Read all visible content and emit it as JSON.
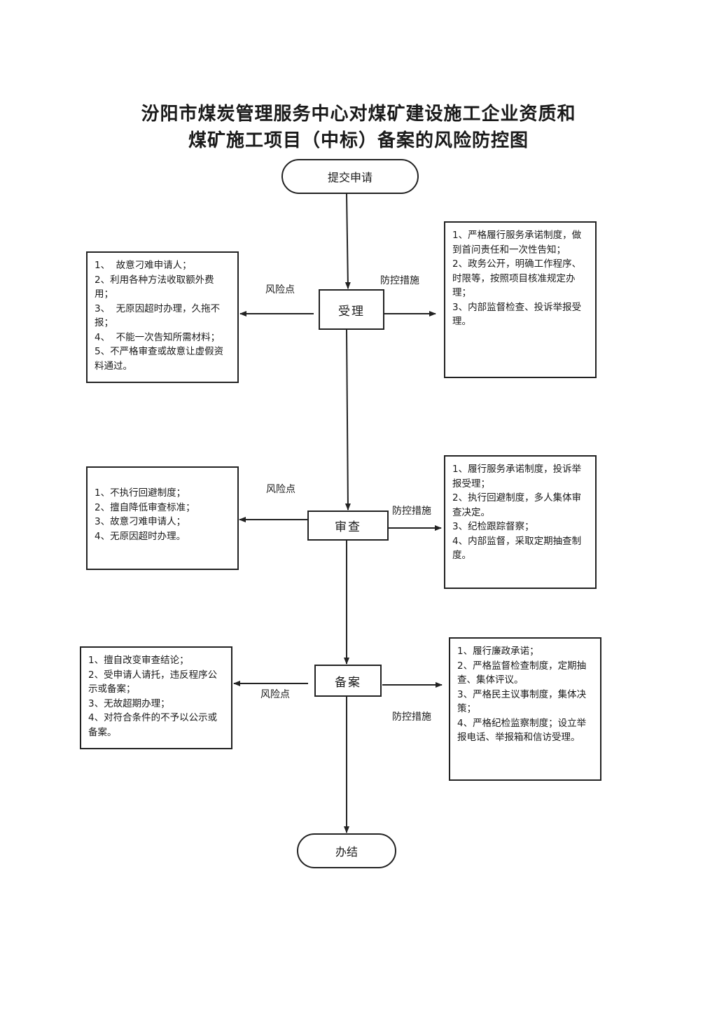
{
  "title": {
    "line1": "汾阳市煤炭管理服务中心对煤矿建设施工企业资质和",
    "line2": "煤矿施工项目（中标）备案的风险防控图"
  },
  "nodes": {
    "start": "提交申请",
    "accept": "受理",
    "review": "审查",
    "record": "备案",
    "end": "办结"
  },
  "labels": {
    "risk": "风险点",
    "control": "防控措施"
  },
  "accept": {
    "risks": [
      "1、  故意刁难申请人；",
      "2、利用各种方法收取额外费用；",
      "3、  无原因超时办理，久拖不报；",
      "4、  不能一次告知所需材料；",
      "5、不严格审查或故意让虚假资料通过。"
    ],
    "controls": [
      "1、严格履行服务承诺制度，做到首问责任和一次性告知；",
      "2、政务公开，明确工作程序、时限等，按照项目核准规定办理；",
      "3、内部监督检查、投诉举报受理。"
    ]
  },
  "review": {
    "risks": [
      "1、不执行回避制度；",
      "2、擅自降低审查标准；",
      "3、故意刁难申请人；",
      "4、无原因超时办理。"
    ],
    "controls": [
      "1、履行服务承诺制度，投诉举报受理；",
      "2、执行回避制度，多人集体审查决定。",
      "3、纪检跟踪督察；",
      "4、内部监督，采取定期抽查制度。"
    ]
  },
  "record": {
    "risks": [
      "1、擅自改变审查结论；",
      "2、受申请人请托，违反程序公示或备案；",
      "3、无故超期办理；",
      "4、对符合条件的不予以公示或备案。"
    ],
    "controls": [
      "1、履行廉政承诺；",
      "2、严格监督检查制度，定期抽查、集体评议。",
      "3、严格民主议事制度，集体决策；",
      "4、严格纪检监察制度；设立举报电话、举报箱和信访受理。"
    ]
  }
}
